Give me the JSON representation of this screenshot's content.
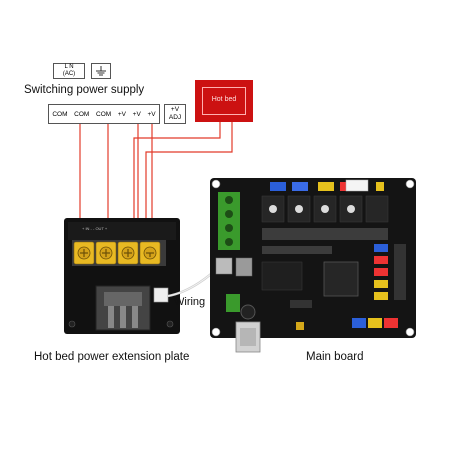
{
  "psu": {
    "title": "Switching power supply",
    "ac_label": "L   N",
    "ac_sub": "(AC)",
    "terminals": [
      "COM",
      "COM",
      "COM",
      "+V",
      "+V",
      "+V"
    ],
    "adj_top": "+V",
    "adj_bottom": "ADJ"
  },
  "hotbed": {
    "label": "Hot bed"
  },
  "extension_board": {
    "caption": "Hot bed power extension plate",
    "terminal_label": "+ IN -   - OUT +"
  },
  "main_board": {
    "caption": "Main board"
  },
  "wiring": {
    "label": "Wiring"
  },
  "colors": {
    "wire_red": "#e23b2a",
    "board_black": "#111111",
    "hotbed_red": "#cc1111",
    "terminal_yellow": "#e8b923"
  }
}
